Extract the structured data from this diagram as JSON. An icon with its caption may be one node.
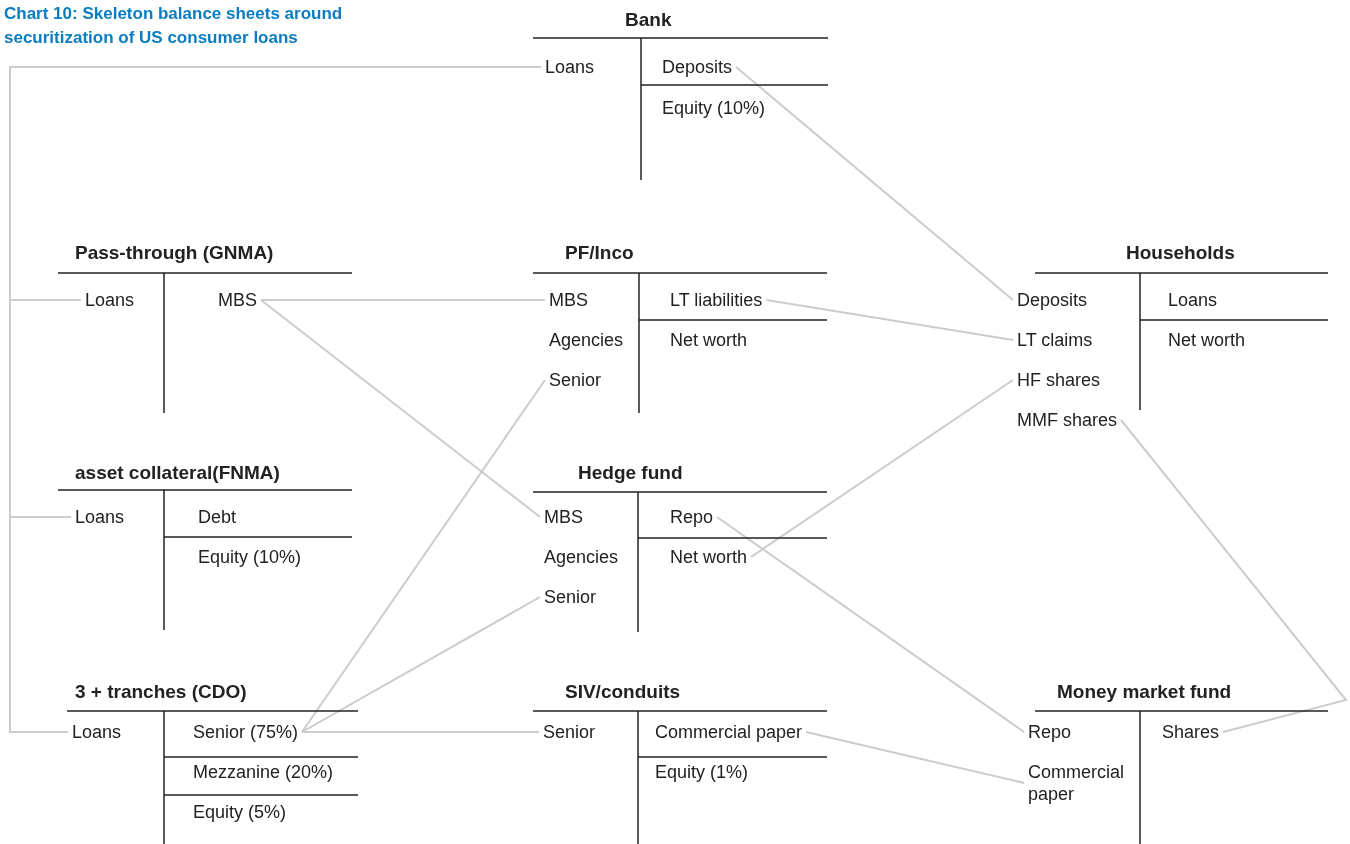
{
  "diagram": {
    "title": "Chart 10: Skeleton balance sheets around securitization of US consumer loans",
    "nodes": [
      {
        "text": [
          "Bank"
        ]
      },
      {
        "text": [
          "Loans"
        ],
        "in": 0
      },
      {
        "text": [
          "Deposits"
        ],
        "in": 0
      },
      {
        "text": [
          "Equity (10%)"
        ],
        "in": 0
      },
      {
        "text": [
          "Pass-through (GNMA)"
        ]
      },
      {
        "text": [
          "Loans"
        ],
        "in": 4
      },
      {
        "text": [
          "MBS"
        ],
        "in": 4
      },
      {
        "text": [
          "PF/Inco"
        ]
      },
      {
        "text": [
          "MBS"
        ],
        "in": 7
      },
      {
        "text": [
          "Agencies"
        ],
        "in": 7
      },
      {
        "text": [
          "Senior"
        ],
        "in": 7
      },
      {
        "text": [
          "LT liabilities"
        ],
        "in": 7
      },
      {
        "text": [
          "Net worth"
        ],
        "in": 7
      },
      {
        "text": [
          "Households"
        ]
      },
      {
        "text": [
          "Deposits"
        ],
        "in": 13
      },
      {
        "text": [
          "LT claims"
        ],
        "in": 13
      },
      {
        "text": [
          "HF shares"
        ],
        "in": 13
      },
      {
        "text": [
          "MMF shares"
        ],
        "in": 13
      },
      {
        "text": [
          "Loans"
        ],
        "in": 13
      },
      {
        "text": [
          "Net worth"
        ],
        "in": 13
      },
      {
        "text": [
          "asset collateral(FNMA)"
        ]
      },
      {
        "text": [
          "Loans"
        ],
        "in": 20
      },
      {
        "text": [
          "Debt"
        ],
        "in": 20
      },
      {
        "text": [
          "Equity (10%)"
        ],
        "in": 20
      },
      {
        "text": [
          "Hedge fund"
        ]
      },
      {
        "text": [
          "MBS"
        ],
        "in": 24
      },
      {
        "text": [
          "Agencies"
        ],
        "in": 24
      },
      {
        "text": [
          "Senior"
        ],
        "in": 24
      },
      {
        "text": [
          "Repo"
        ],
        "in": 24
      },
      {
        "text": [
          "Net worth"
        ],
        "in": 24
      },
      {
        "text": [
          "3 + tranches (CDO)"
        ]
      },
      {
        "text": [
          "Loans"
        ],
        "in": 30
      },
      {
        "text": [
          "Senior (75%)"
        ],
        "in": 30
      },
      {
        "text": [
          "Mezzanine (20%)"
        ],
        "in": 30
      },
      {
        "text": [
          "Equity (5%)"
        ],
        "in": 30
      },
      {
        "text": [
          "SIV/conduits"
        ]
      },
      {
        "text": [
          "Senior"
        ],
        "in": 35
      },
      {
        "text": [
          "Commercial paper"
        ],
        "in": 35
      },
      {
        "text": [
          "Equity (1%)"
        ],
        "in": 35
      },
      {
        "text": [
          "Money market fund"
        ]
      },
      {
        "text": [
          "Repo"
        ],
        "in": 39
      },
      {
        "text": [
          "Commercial paper"
        ],
        "in": 39
      },
      {
        "text": [
          "Shares"
        ],
        "in": 39
      }
    ],
    "edges": [
      {
        "from": 1,
        "to": 5,
        "arrow": "none"
      },
      {
        "from": 1,
        "to": 21,
        "arrow": "none"
      },
      {
        "from": 1,
        "to": 31,
        "arrow": "none"
      },
      {
        "from": 2,
        "to": 14,
        "arrow": "none"
      },
      {
        "from": 6,
        "to": 8,
        "arrow": "none"
      },
      {
        "from": 6,
        "to": 25,
        "arrow": "none"
      },
      {
        "from": 11,
        "to": 15,
        "arrow": "none"
      },
      {
        "from": 32,
        "to": 10,
        "arrow": "none"
      },
      {
        "from": 32,
        "to": 27,
        "arrow": "none"
      },
      {
        "from": 32,
        "to": 36,
        "arrow": "none"
      },
      {
        "from": 29,
        "to": 16,
        "arrow": "none"
      },
      {
        "from": 28,
        "to": 40,
        "arrow": "none"
      },
      {
        "from": 37,
        "to": 41,
        "arrow": "none"
      },
      {
        "from": 17,
        "to": 42,
        "arrow": "none"
      }
    ]
  }
}
